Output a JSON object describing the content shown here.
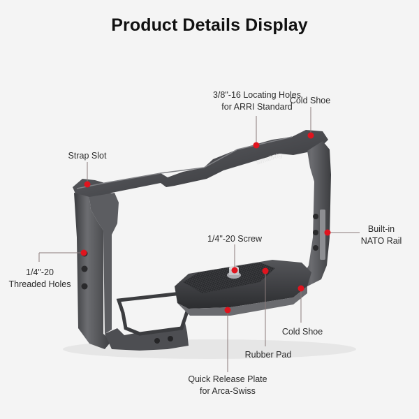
{
  "title": "Product Details Display",
  "product": {
    "brand_mark": "SmallRig",
    "type": "camera cage",
    "body_color": "#4a4b4e",
    "callout_dot_color": "#e0141e",
    "leader_line_color": "#8a7a7a"
  },
  "callouts": [
    {
      "id": "locating-holes",
      "lines": [
        "3/8\"-16 Locating Holes",
        "for ARRI Standard"
      ]
    },
    {
      "id": "cold-shoe-top",
      "lines": [
        "Cold Shoe"
      ]
    },
    {
      "id": "strap-slot",
      "lines": [
        "Strap Slot"
      ]
    },
    {
      "id": "nato-rail",
      "lines": [
        "Built-in",
        "NATO Rail"
      ]
    },
    {
      "id": "screw",
      "lines": [
        "1/4\"-20 Screw"
      ]
    },
    {
      "id": "threaded-holes",
      "lines": [
        "1/4\"-20",
        "Threaded Holes"
      ]
    },
    {
      "id": "cold-shoe-bottom",
      "lines": [
        "Cold Shoe"
      ]
    },
    {
      "id": "rubber-pad",
      "lines": [
        "Rubber Pad"
      ]
    },
    {
      "id": "quick-release",
      "lines": [
        "Quick Release Plate",
        "for Arca-Swiss"
      ]
    }
  ]
}
